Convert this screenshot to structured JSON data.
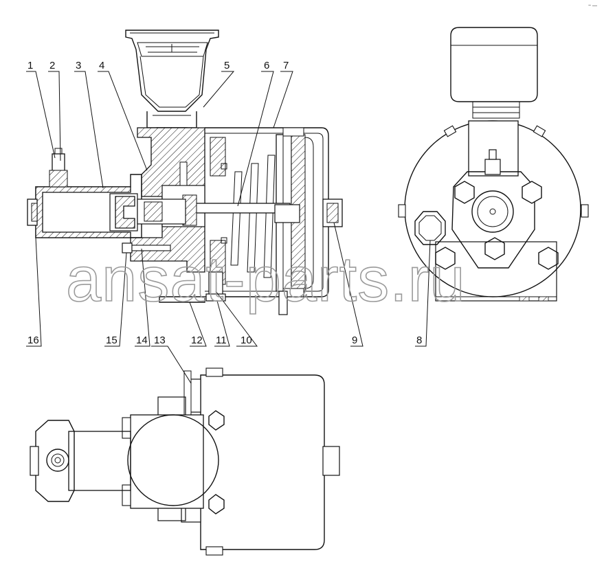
{
  "watermark": "ansat-parts.ru",
  "corner_mark": "~ —",
  "callouts": [
    {
      "id": "1",
      "text": "1"
    },
    {
      "id": "2",
      "text": "2"
    },
    {
      "id": "3",
      "text": "3"
    },
    {
      "id": "4",
      "text": "4"
    },
    {
      "id": "5",
      "text": "5"
    },
    {
      "id": "6",
      "text": "6"
    },
    {
      "id": "7",
      "text": "7"
    },
    {
      "id": "8",
      "text": "8"
    },
    {
      "id": "9",
      "text": "9"
    },
    {
      "id": "10",
      "text": "10"
    },
    {
      "id": "11",
      "text": "11"
    },
    {
      "id": "12",
      "text": "12"
    },
    {
      "id": "13",
      "text": "13"
    },
    {
      "id": "14",
      "text": "14"
    },
    {
      "id": "15",
      "text": "15"
    },
    {
      "id": "16",
      "text": "16"
    }
  ]
}
